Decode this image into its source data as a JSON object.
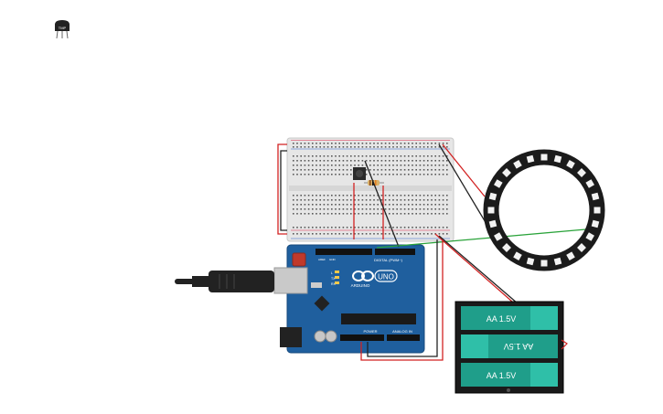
{
  "sensor_icon": {
    "label": "TMP"
  },
  "arduino": {
    "logo_text": "UNO",
    "brand_text": "ARDUINO",
    "digital_label": "DIGITAL (PWM~)",
    "power_label": "POWER",
    "analog_label": "ANALOG IN",
    "aref_label": "AREF",
    "gnd_label": "GND",
    "rx_label": "RX",
    "tx_label": "TX",
    "l_label": "L"
  },
  "battery": {
    "cells": [
      "AA 1.5V",
      "AA 1.5V",
      "AA 1.5V"
    ],
    "cell_color": "#1f9e8a"
  },
  "colors": {
    "wire_red": "#d22222",
    "wire_black": "#222222",
    "wire_green": "#2aa33a",
    "board_blue": "#1f5f9e",
    "breadboard": "#e4e4e4",
    "ring": "#1b1b1b"
  }
}
